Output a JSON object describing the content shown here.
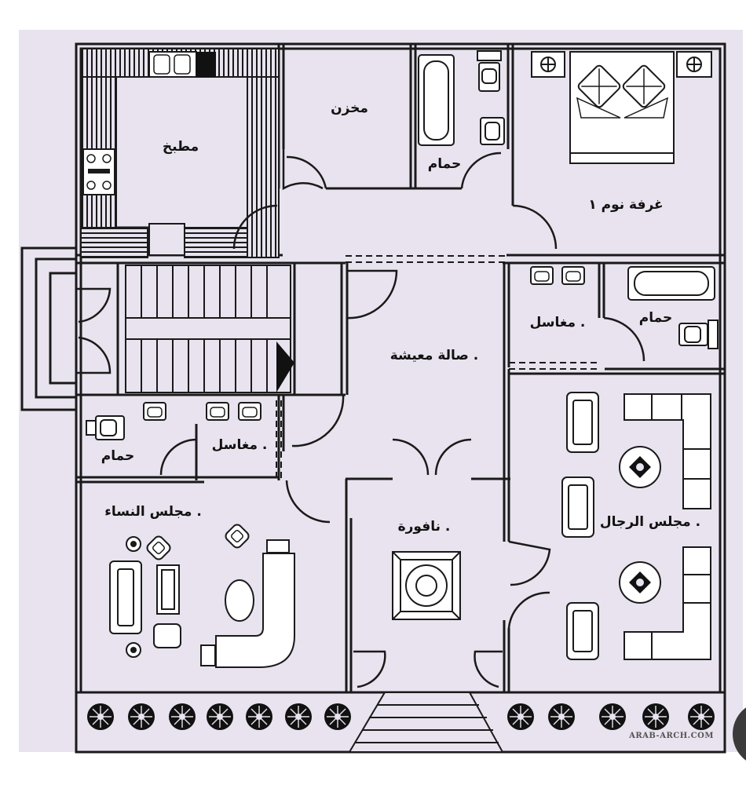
{
  "colors": {
    "paper": "#e8e3ee",
    "line": "#1a1a1a",
    "bg": "#ffffff"
  },
  "rooms": {
    "kitchen": "مطبخ",
    "storage": "مخزن",
    "bath_top": "حمام",
    "bedroom": "غرفة نوم ١",
    "sinks_right": "مغاسل .",
    "bath_right": "حمام",
    "living_hall": "صالة معيشة .",
    "sinks_left": "مغاسل .",
    "bath_left": "حمام",
    "women_majlis": "مجلس النساء .",
    "fountain": "نافورة .",
    "men_majlis": "مجلس الرجال ."
  },
  "watermark": "ARAB-ARCH.COM"
}
